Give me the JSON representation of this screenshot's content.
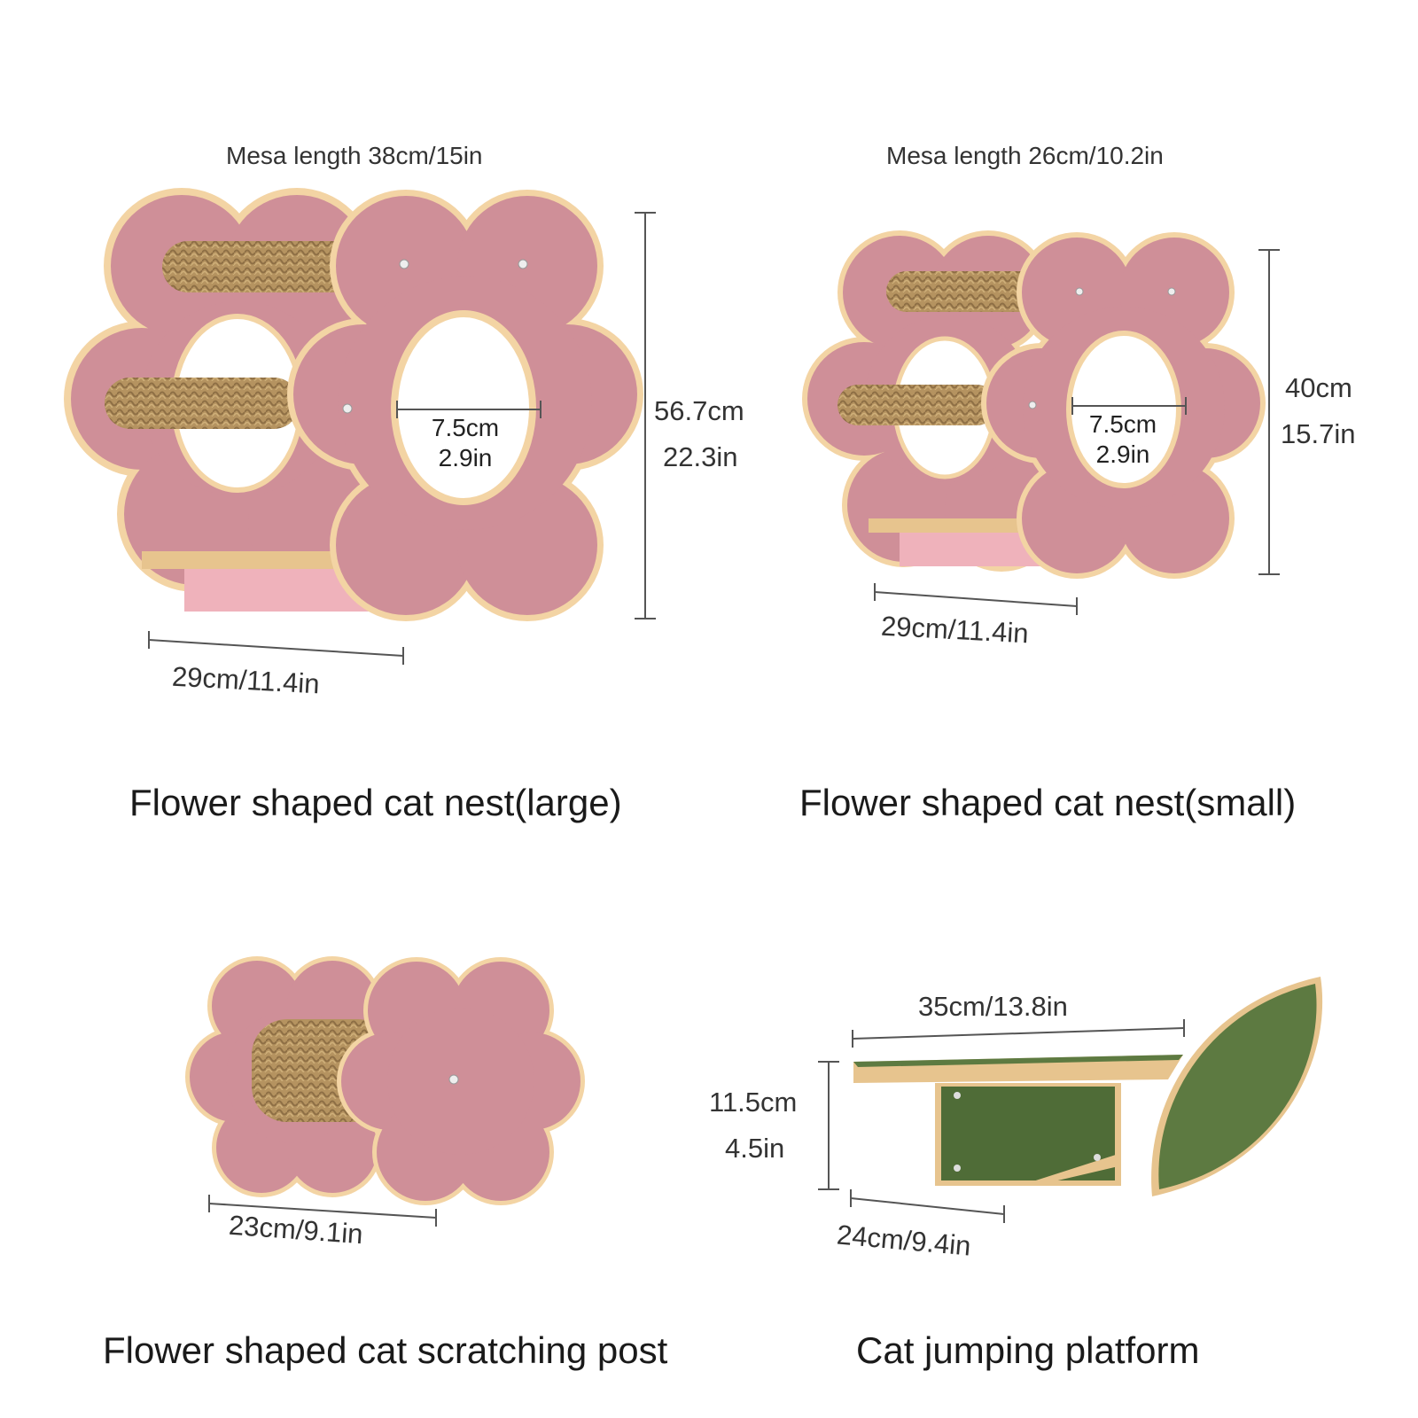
{
  "colors": {
    "pink": "#cf8f98",
    "pink_light": "#efb2bb",
    "edge": "#f3d4a4",
    "wood": "#e7c48e",
    "rope": "#b59360",
    "green": "#5d7a41",
    "dimension_line": "#555555"
  },
  "large_nest": {
    "mesa_length": "Mesa length 38cm/15in",
    "hole_cm": "7.5cm",
    "hole_in": "2.9in",
    "height_cm": "56.7cm",
    "height_in": "22.3in",
    "depth": "29cm/11.4in",
    "title": "Flower shaped cat nest(large)"
  },
  "small_nest": {
    "mesa_length": "Mesa length 26cm/10.2in",
    "hole_cm": "7.5cm",
    "hole_in": "2.9in",
    "height_cm": "40cm",
    "height_in": "15.7in",
    "depth": "29cm/11.4in",
    "title": "Flower shaped cat nest(small)"
  },
  "scratching_post": {
    "depth": "23cm/9.1in",
    "title": "Flower shaped cat scratching post"
  },
  "jumping_platform": {
    "width": "35cm/13.8in",
    "height_cm": "11.5cm",
    "height_in": "4.5in",
    "depth": "24cm/9.4in",
    "title": "Cat jumping platform"
  }
}
